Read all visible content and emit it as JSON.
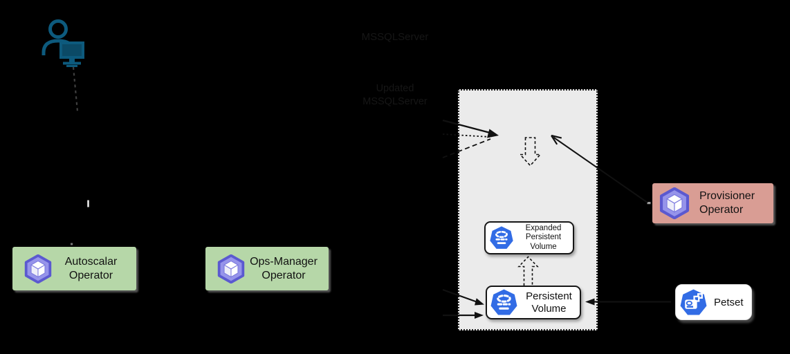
{
  "person": {
    "icon": "user-at-computer-icon"
  },
  "panel": {
    "mssql_label": "MSSQLServer",
    "updated_line1": "Updated",
    "updated_line2": "MSSQLServer",
    "expanded_pv_line1": "Expanded",
    "expanded_pv_line2": "Persistent",
    "expanded_pv_line3": "Volume",
    "pv_line1": "Persistent",
    "pv_line2": "Volume"
  },
  "operators": {
    "autoscalar_line1": "Autoscalar",
    "autoscalar_line2": "Operator",
    "ops_manager_line1": "Ops-Manager",
    "ops_manager_line2": "Operator",
    "provisioner_line1": "Provisioner",
    "provisioner_line2": "Operator"
  },
  "petset": {
    "label": "Petset"
  },
  "icons": {
    "person": "user-at-computer-icon",
    "operator_badge": "kubernetes-crd-hexagon-icon",
    "persistent_volume": "kubernetes-pv-heptagon-icon",
    "petset": "kubernetes-statefulset-heptagon-icon"
  },
  "colors": {
    "background": "#000000",
    "operator_green": "#b6d7a8",
    "operator_red": "#d99d94",
    "panel_gray": "#ebebeb",
    "kubernetes_blue": "#326ce5",
    "operator_icon_purple": "#9694ea",
    "operator_icon_purple_dark": "#5b59d0",
    "person_teal": "#0d5a7d",
    "arrow_black": "#111111"
  }
}
